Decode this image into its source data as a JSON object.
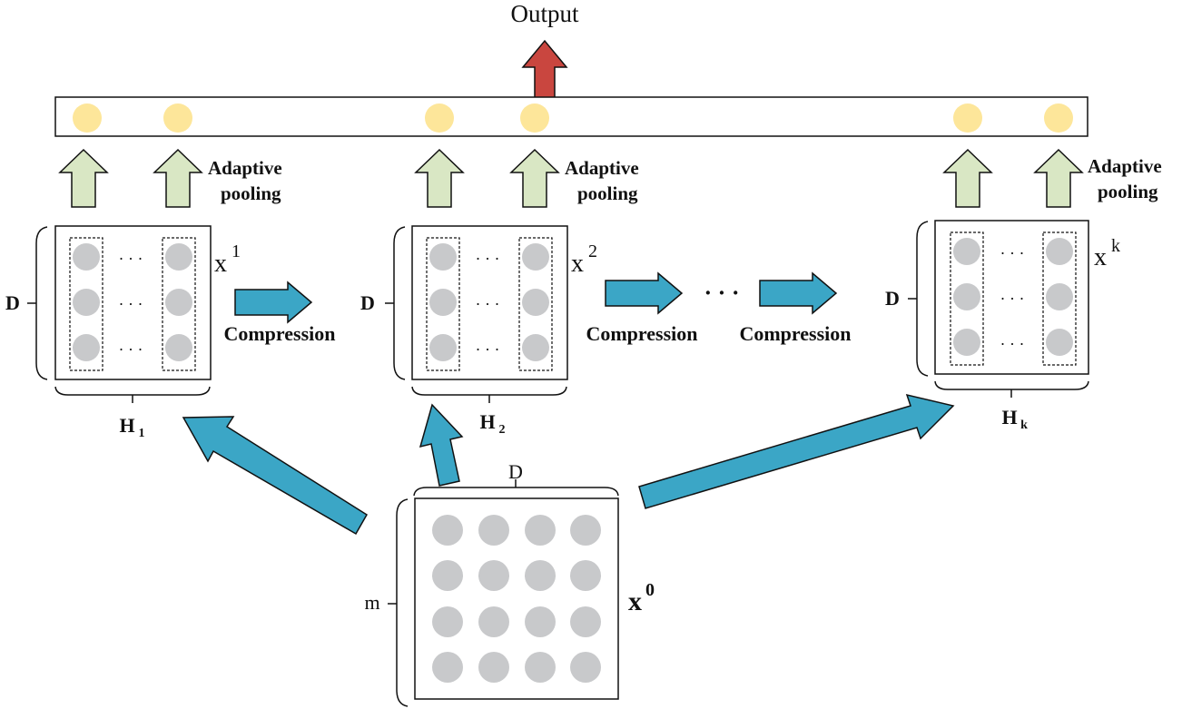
{
  "output_label": "Output",
  "blocks": [
    {
      "pool_label_line1": "Adaptive",
      "pool_label_line2": "pooling",
      "depth_label": "D",
      "x_base": "x",
      "x_sup": "1",
      "h_base": "H",
      "h_sub": "1",
      "dots": [
        "· · ·",
        "· · ·",
        "· · ·"
      ]
    },
    {
      "pool_label_line1": "Adaptive",
      "pool_label_line2": "pooling",
      "depth_label": "D",
      "x_base": "x",
      "x_sup": "2",
      "h_base": "H",
      "h_sub": "2",
      "dots": [
        "· · ·",
        "· · ·",
        "· · ·"
      ]
    },
    {
      "pool_label_line1": "Adaptive",
      "pool_label_line2": "pooling",
      "depth_label": "D",
      "x_base": "x",
      "x_sup": "k",
      "h_base": "H",
      "h_sub": "k",
      "dots": [
        "· · ·",
        "· · ·",
        "· · ·"
      ]
    }
  ],
  "compression_labels": [
    "Compression",
    "Compression",
    "Compression"
  ],
  "ellipsis": "· · ·",
  "input": {
    "width_label": "D",
    "height_label": "m",
    "x_base": "x",
    "x_sup": "0"
  },
  "colors": {
    "pool_node": "#fde69a",
    "feature_node": "#c8c9cb",
    "blue_arrow": "#3ba6c6",
    "green_arrow": "#d9e7c4",
    "red_arrow": "#c9463f"
  }
}
